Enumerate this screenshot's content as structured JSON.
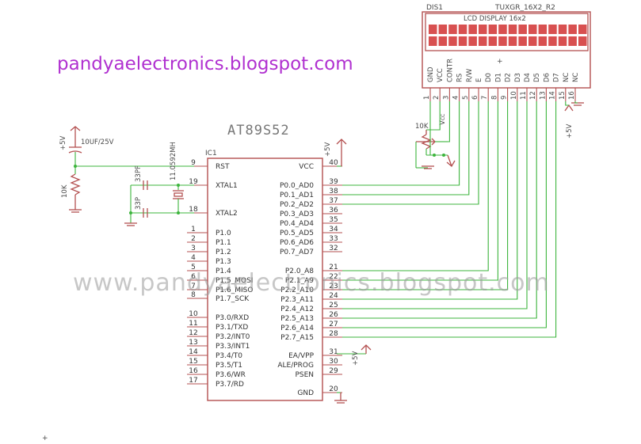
{
  "blog_title": "pandyaelectronics.blogspot.com",
  "watermark": "www.pandyaelectronics.blogspot.com",
  "mcu": {
    "name": "AT89S52",
    "ref": "IC1",
    "left_pins": [
      {
        "num": "9",
        "label": "RST"
      },
      {
        "num": "19",
        "label": "XTAL1"
      },
      {
        "num": "18",
        "label": "XTAL2"
      },
      {
        "num": "1",
        "label": "P1.0"
      },
      {
        "num": "2",
        "label": "P1.1"
      },
      {
        "num": "3",
        "label": "P1.2"
      },
      {
        "num": "4",
        "label": "P1.3"
      },
      {
        "num": "5",
        "label": "P1.4"
      },
      {
        "num": "6",
        "label": "P1.5_MOSI"
      },
      {
        "num": "7",
        "label": "P1.6_MISO"
      },
      {
        "num": "8",
        "label": "P1.7_SCK"
      },
      {
        "num": "10",
        "label": "P3.0/RXD"
      },
      {
        "num": "11",
        "label": "P3.1/TXD"
      },
      {
        "num": "12",
        "label": "P3.2/INT0"
      },
      {
        "num": "13",
        "label": "P3.3/INT1"
      },
      {
        "num": "14",
        "label": "P3.4/T0"
      },
      {
        "num": "15",
        "label": "P3.5/T1"
      },
      {
        "num": "16",
        "label": "P3.6/WR"
      },
      {
        "num": "17",
        "label": "P3.7/RD"
      }
    ],
    "right_pins": [
      {
        "num": "40",
        "label": "VCC"
      },
      {
        "num": "39",
        "label": "P0.0_AD0"
      },
      {
        "num": "38",
        "label": "P0.1_AD1"
      },
      {
        "num": "37",
        "label": "P0.2_AD2"
      },
      {
        "num": "36",
        "label": "P0.3_AD3"
      },
      {
        "num": "35",
        "label": "P0.4_AD4"
      },
      {
        "num": "34",
        "label": "P0.5_AD5"
      },
      {
        "num": "33",
        "label": "P0.6_AD6"
      },
      {
        "num": "32",
        "label": "P0.7_AD7"
      },
      {
        "num": "21",
        "label": "P2.0_A8"
      },
      {
        "num": "22",
        "label": "P2.1_A9"
      },
      {
        "num": "23",
        "label": "P2.2_A10"
      },
      {
        "num": "24",
        "label": "P2.3_A11"
      },
      {
        "num": "25",
        "label": "P2.4_A12"
      },
      {
        "num": "26",
        "label": "P2.5_A13"
      },
      {
        "num": "27",
        "label": "P2.6_A14"
      },
      {
        "num": "28",
        "label": "P2.7_A15"
      },
      {
        "num": "31",
        "label": "EA/VPP"
      },
      {
        "num": "30",
        "label": "ALE/PROG"
      },
      {
        "num": "29",
        "label": "PSEN"
      },
      {
        "num": "20",
        "label": "GND"
      }
    ]
  },
  "lcd": {
    "ref": "DIS1",
    "part": "TUXGR_16X2_R2",
    "title": "LCD DISPLAY 16x2",
    "pins": [
      {
        "num": "1",
        "label": "GND"
      },
      {
        "num": "2",
        "label": "VCC"
      },
      {
        "num": "3",
        "label": "CONTR"
      },
      {
        "num": "4",
        "label": "RS"
      },
      {
        "num": "5",
        "label": "R/W"
      },
      {
        "num": "6",
        "label": "E"
      },
      {
        "num": "7",
        "label": "D0"
      },
      {
        "num": "8",
        "label": "D1"
      },
      {
        "num": "9",
        "label": "D2"
      },
      {
        "num": "10",
        "label": "D3"
      },
      {
        "num": "11",
        "label": "D4"
      },
      {
        "num": "12",
        "label": "D5"
      },
      {
        "num": "13",
        "label": "D6"
      },
      {
        "num": "14",
        "label": "D7"
      },
      {
        "num": "15",
        "label": "NC"
      },
      {
        "num": "16",
        "label": "NC"
      }
    ],
    "plus_mark": "+"
  },
  "components": {
    "cap_reset": "10UF/25V",
    "res_reset": "10K",
    "crystal": "11.0592MH",
    "cap_x1": "33PF",
    "cap_x2": "33P",
    "pot": "10K",
    "vcc_label": "V",
    "vcc_sub": "CC"
  },
  "power": {
    "plus5v": "+5V"
  },
  "cursor_glyph": "+"
}
